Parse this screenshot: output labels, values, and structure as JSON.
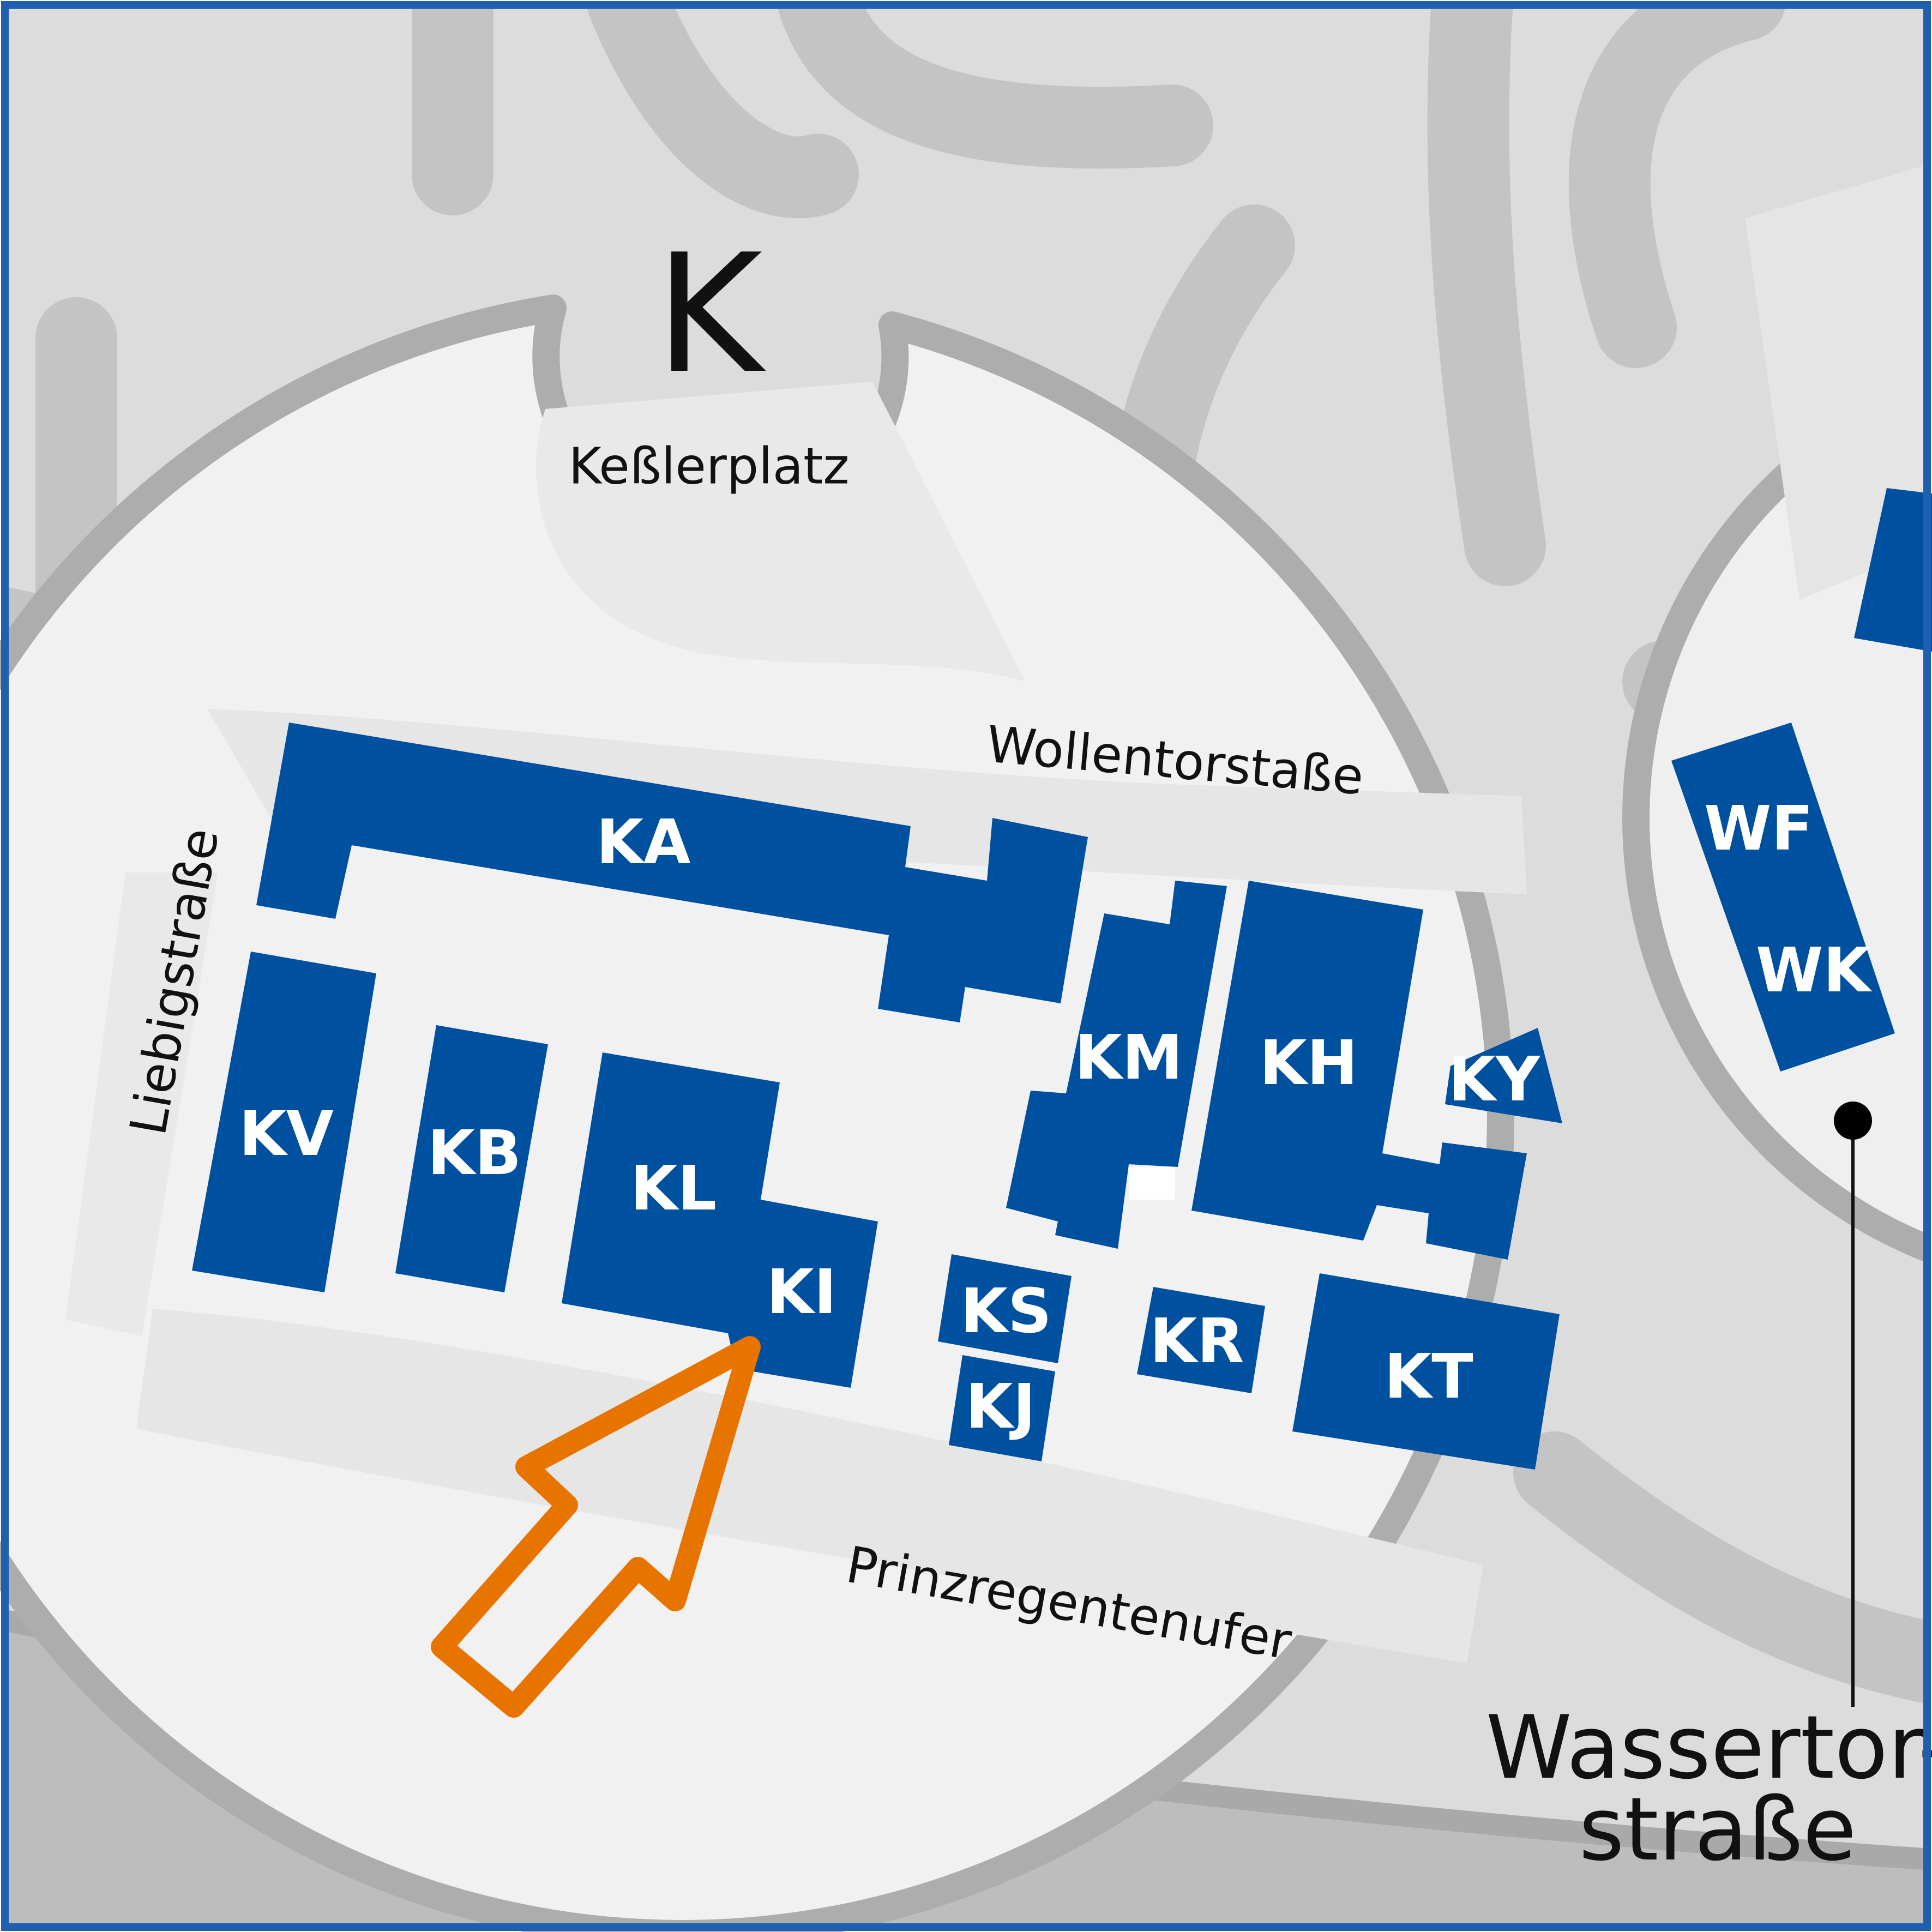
{
  "campus": {
    "letter": "K",
    "plaza_label": "Keßlerplatz"
  },
  "streets": {
    "wollentor": "Wollentorstaße",
    "liebig": "Liebigstraße",
    "prinzregenten": "Prinzregentenufer",
    "wassertor_line1": "Wassertor-",
    "wassertor_line2": "straße"
  },
  "buildings": {
    "KA": "KA",
    "KV": "KV",
    "KB": "KB",
    "KL": "KL",
    "KI": "KI",
    "KM": "KM",
    "KH": "KH",
    "KY": "KY",
    "KS": "KS",
    "KJ": "KJ",
    "KR": "KR",
    "KT": "KT",
    "WF": "WF",
    "WK": "WK"
  },
  "colors": {
    "building": "#0050a0",
    "highlight_arrow": "#e87400",
    "frame": "#1f5fb0",
    "road": "#c4c4c4",
    "campus_area": "#f1f1f1"
  },
  "highlighted_building": "KI"
}
